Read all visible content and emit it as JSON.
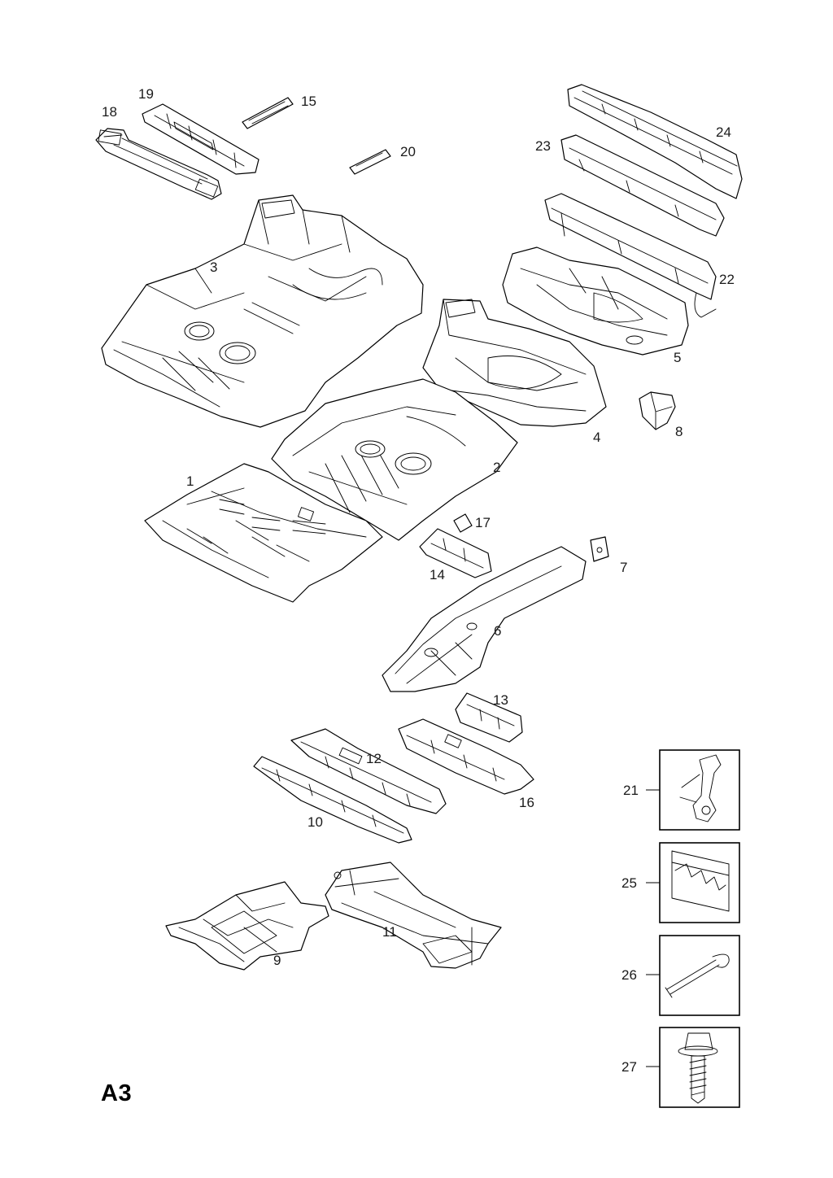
{
  "page_label": "A3",
  "callouts": {
    "p1": "1",
    "p2": "2",
    "p3": "3",
    "p4": "4",
    "p5": "5",
    "p6": "6",
    "p7": "7",
    "p8": "8",
    "p9": "9",
    "p10": "10",
    "p11": "11",
    "p12": "12",
    "p13": "13",
    "p14": "14",
    "p15": "15",
    "p16": "16",
    "p17": "17",
    "p18": "18",
    "p19": "19",
    "p20": "20",
    "p21": "21",
    "p22": "22",
    "p23": "23",
    "p24": "24",
    "p25": "25",
    "p26": "26",
    "p27": "27"
  }
}
